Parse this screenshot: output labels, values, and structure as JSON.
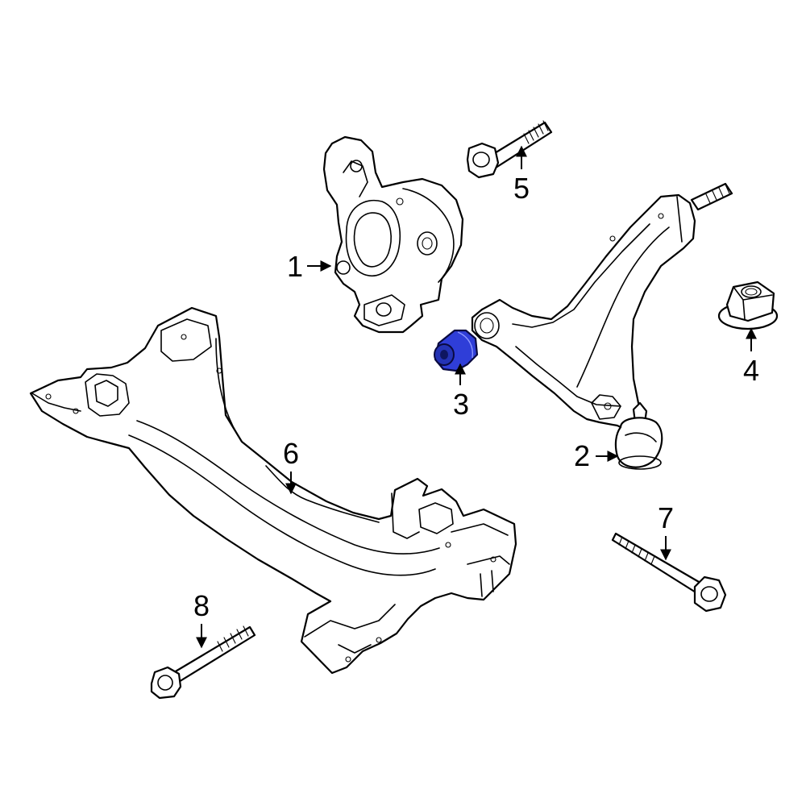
{
  "diagram": {
    "highlight_color": "#2f3ed8",
    "highlighted_part": "3",
    "callouts": {
      "c1": "1",
      "c2": "2",
      "c3": "3",
      "c4": "4",
      "c5": "5",
      "c6": "6",
      "c7": "7",
      "c8": "8"
    }
  }
}
